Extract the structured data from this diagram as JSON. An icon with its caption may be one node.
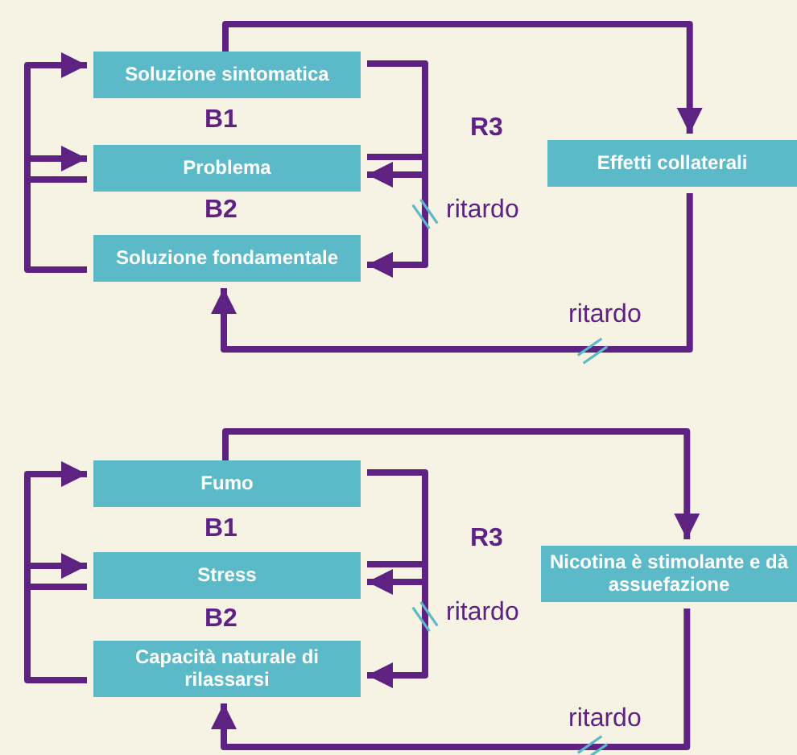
{
  "diagram": {
    "nodes": [
      {
        "text": [
          "Soluzione sintomatica"
        ]
      },
      {
        "text": [
          "Problema"
        ]
      },
      {
        "text": [
          "Soluzione fondamentale"
        ]
      },
      {
        "text": [
          "Effetti collaterali"
        ]
      },
      {
        "text": [
          "Fumo"
        ]
      },
      {
        "text": [
          "Stress"
        ]
      },
      {
        "text": [
          "Capacità naturale di rilassarsi"
        ]
      },
      {
        "text": [
          "Nicotina è stimolante e dà assuefazione"
        ]
      }
    ],
    "edges": [
      {
        "from": 1,
        "to": 0,
        "arrow": "to"
      },
      {
        "from": 0,
        "to": 1,
        "arrow": "to"
      },
      {
        "from": 2,
        "to": 1,
        "arrow": "to"
      },
      {
        "from": 1,
        "to": 2,
        "arrow": "to",
        "label": "ritardo"
      },
      {
        "from": 0,
        "to": 3,
        "arrow": "to"
      },
      {
        "from": 3,
        "to": 2,
        "arrow": "to",
        "label": "ritardo"
      },
      {
        "from": 5,
        "to": 4,
        "arrow": "to"
      },
      {
        "from": 4,
        "to": 5,
        "arrow": "to"
      },
      {
        "from": 6,
        "to": 5,
        "arrow": "to"
      },
      {
        "from": 5,
        "to": 6,
        "arrow": "to",
        "label": "ritardo"
      },
      {
        "from": 4,
        "to": 7,
        "arrow": "to"
      },
      {
        "from": 7,
        "to": 6,
        "arrow": "to",
        "label": "ritardo"
      }
    ],
    "labels": [
      "B1",
      "R3",
      "B2",
      "B1",
      "R3",
      "B2"
    ]
  }
}
